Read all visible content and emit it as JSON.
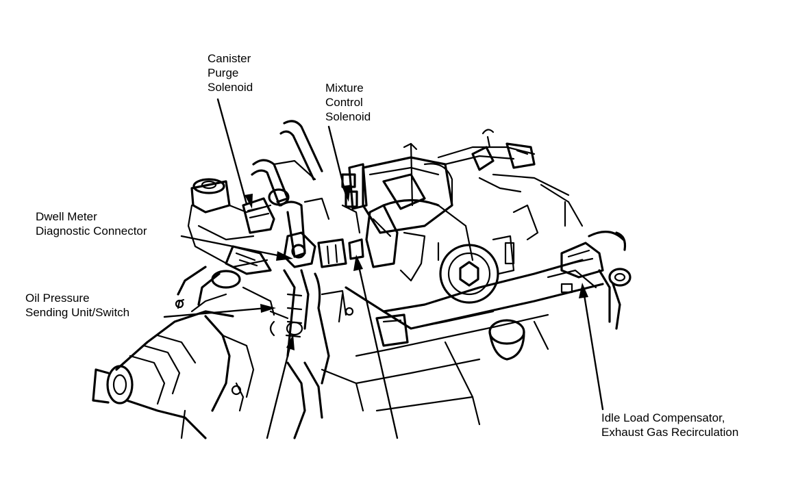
{
  "labels": {
    "canister_purge": [
      "Canister",
      "Purge",
      "Solenoid"
    ],
    "mixture_control": [
      "Mixture",
      "Control",
      "Solenoid"
    ],
    "dwell_meter": [
      "Dwell Meter",
      "Diagnostic Connector"
    ],
    "oil_pressure": [
      "Oil Pressure",
      "Sending Unit/Switch"
    ],
    "idle_load": [
      "Idle Load Compensator,",
      "Exhaust Gas Recirculation"
    ]
  }
}
